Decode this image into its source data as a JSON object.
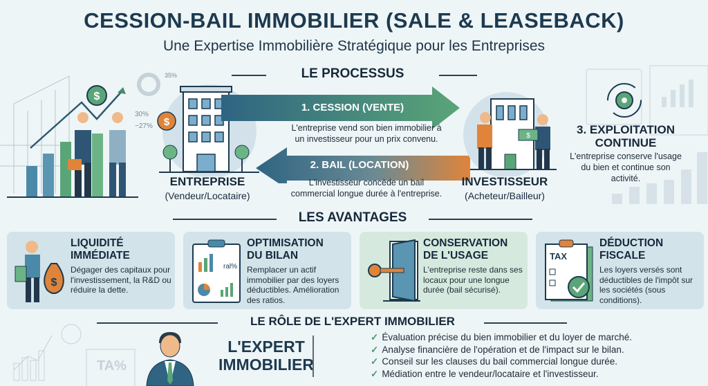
{
  "header": {
    "title": "CESSION-BAIL IMMOBILIER (SALE & LEASEBACK)",
    "subtitle": "Une Expertise Immobilière Stratégique pour les Entreprises"
  },
  "process": {
    "heading": "LE PROCESSUS",
    "entreprise": {
      "label": "ENTREPRISE",
      "role": "(Vendeur/Locataire)"
    },
    "investisseur": {
      "label": "INVESTISSEUR",
      "role": "(Acheteur/Bailleur)"
    },
    "step1": {
      "label": "1. CESSION (VENTE)",
      "desc_1": "L'entreprise vend son bien immobilier à",
      "desc_2": "un investisseur pour un prix convenu."
    },
    "step2": {
      "label": "2. BAIL (LOCATION)",
      "desc_1": "L'investisseur concède un bail",
      "desc_2": "commercial longue durée à l'entreprise."
    },
    "step3": {
      "label_1": "3. EXPLOITATION",
      "label_2": "CONTINUE",
      "desc_1": "L'entreprise conserve l'usage",
      "desc_2": "du bien et continue son",
      "desc_3": "activité."
    },
    "deco_labels": {
      "pct_35": "35%",
      "pct_30": "30%",
      "pct_27": "−27%"
    }
  },
  "advantages": {
    "heading": "LES AVANTAGES",
    "cards": [
      {
        "title_1": "LIQUIDITÉ",
        "title_2": "IMMÉDIATE",
        "text": "Dégager des capitaux pour l'investissement, la R&D ou réduire la dette."
      },
      {
        "title_1": "OPTIMISATION",
        "title_2": "DU BILAN",
        "text": "Remplacer un actif immobilier par des loyers déductibles. Amélioration des ratios."
      },
      {
        "title_1": "CONSERVATION",
        "title_2": "DE L'USAGE",
        "text": "L'entreprise reste dans ses locaux pour une longue durée (bail sécurisé)."
      },
      {
        "title_1": "DÉDUCTION",
        "title_2": "FISCALE",
        "text": "Les loyers versés sont déductibles de l'impôt sur les sociétés (sous conditions)."
      }
    ],
    "tax_label": "TAX"
  },
  "expert": {
    "heading": "LE RÔLE DE L'EXPERT IMMOBILIER",
    "title_1": "L'EXPERT",
    "title_2": "IMMOBILIER",
    "items": [
      "Évaluation précise du bien immobilier et du loyer de marché.",
      "Analyse financière de l'opération et de l'impact sur le bilan.",
      "Conseil sur les clauses du bail commercial longue durée.",
      "Médiation entre le vendeur/locataire et l'investisseur."
    ],
    "check_icon": "✓"
  },
  "colors": {
    "navy": "#1d3a4f",
    "teal": "#2f6482",
    "green": "#5aa577",
    "orange": "#e0843a"
  }
}
